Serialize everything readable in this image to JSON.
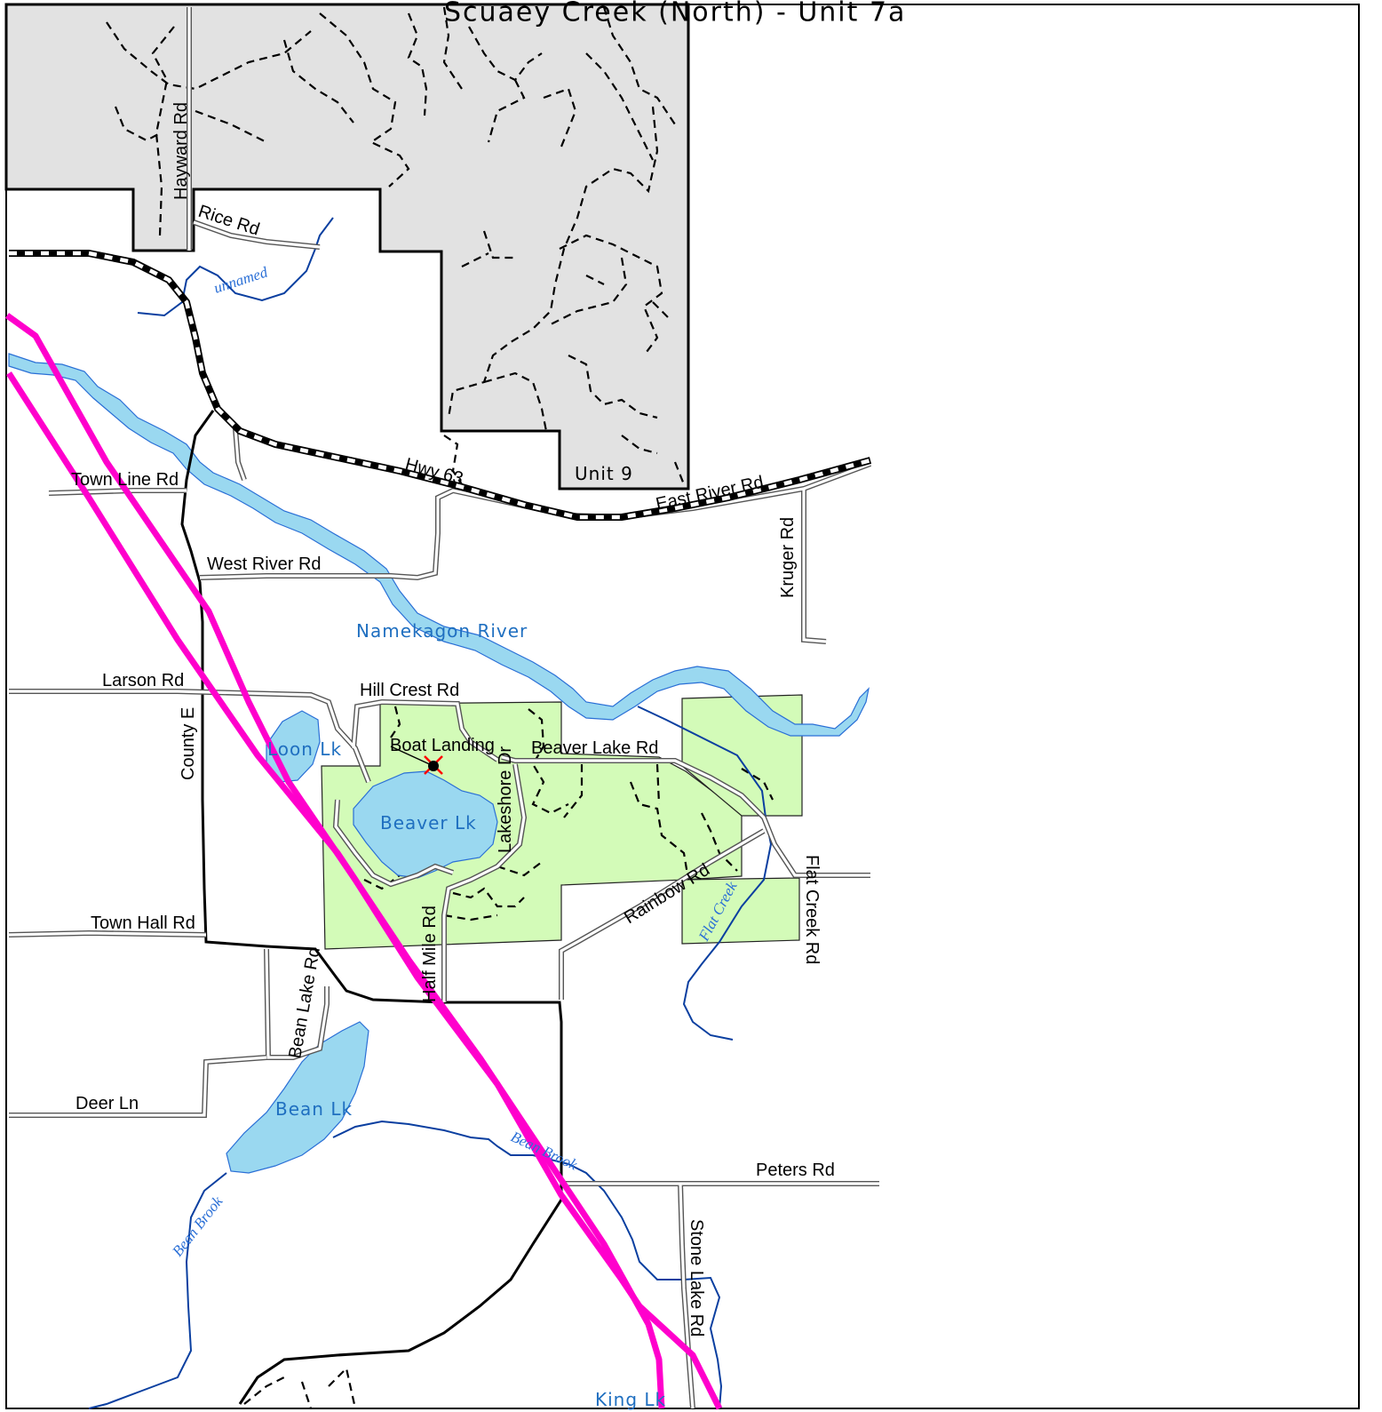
{
  "map": {
    "title": "Scuaey Creek (North) - Unit 7a",
    "colors": {
      "road": "#555555",
      "water_fill": "#9ad8f0",
      "water_label": "#1f6fc0",
      "stream": "#0a3fa0",
      "stream_label": "#2a6fd6",
      "powerline": "#ff00cc",
      "gray_area": "#e2e2e2",
      "green_area": "#d3fbb8",
      "boat_landing": "#ff0000"
    },
    "labels": {
      "hayward_rd": "Hayward Rd",
      "rice_rd": "Rice Rd",
      "unnamed": "unnamed",
      "hwy63": "Hwy 63",
      "unit9": "Unit 9",
      "east_river_rd": "East River Rd",
      "town_line_rd": "Town Line Rd",
      "west_river_rd": "West River Rd",
      "kruger_rd": "Kruger Rd",
      "namekagon": "Namekagon River",
      "larson_rd": "Larson Rd",
      "hill_crest_rd": "Hill Crest Rd",
      "county_e": "County E",
      "loon_lk": "Loon Lk",
      "boat_landing": "Boat Landing",
      "beaver_lake_rd": "Beaver Lake Rd",
      "lakeshore_dr": "Lakeshore Dr",
      "beaver_lk": "Beaver Lk",
      "flat_creek_rd": "Flat Creek Rd",
      "rainbow_rd": "Rainbow Rd",
      "flat_creek": "Flat Creek",
      "town_hall_rd": "Town Hall Rd",
      "half_mile_rd": "Half Mile Rd",
      "bean_lake_rd": "Bean Lake Rd",
      "deer_ln": "Deer Ln",
      "bean_lk": "Bean Lk",
      "bean_brook_1": "Bean Brook",
      "bean_brook_2": "Bean Brook",
      "peters_rd": "Peters Rd",
      "stone_lake_rd": "Stone Lake Rd",
      "king_lk": "King Lk"
    }
  }
}
